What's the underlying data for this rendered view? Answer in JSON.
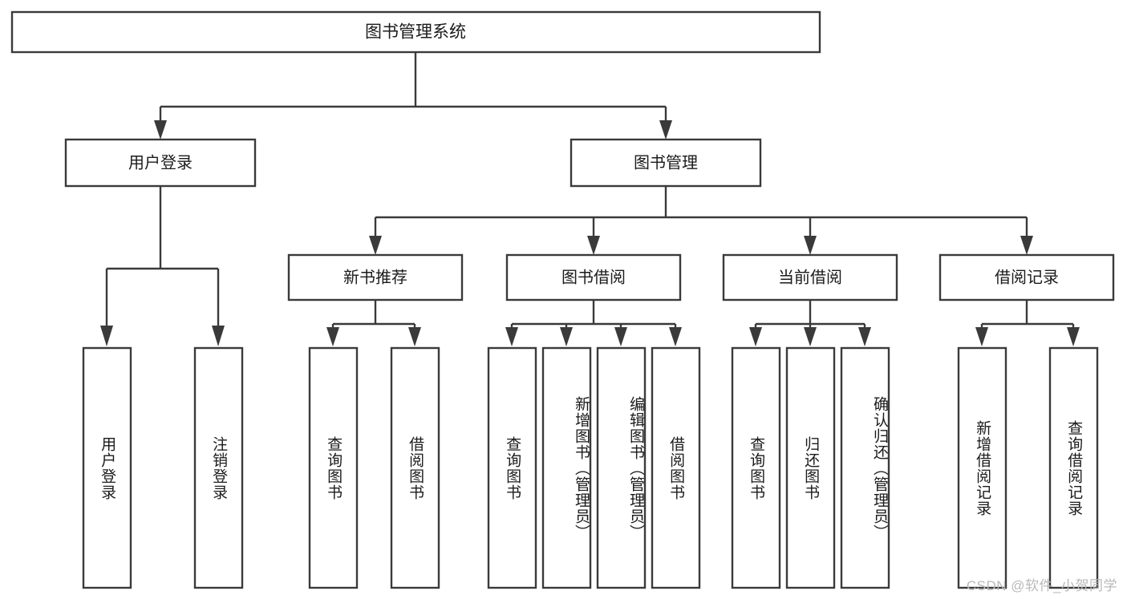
{
  "diagram": {
    "type": "tree",
    "title": "图书管理系统",
    "watermark": "CSDN @软件_小贺同学",
    "colors": {
      "stroke": "#3a3a3a",
      "fill": "#ffffff",
      "text": "#1b1b1b",
      "watermark": "#b9b9b9",
      "background": "#ffffff"
    },
    "root": {
      "label": "图书管理系统"
    },
    "level1": [
      {
        "label": "用户登录"
      },
      {
        "label": "图书管理"
      }
    ],
    "level2": [
      {
        "label": "新书推荐"
      },
      {
        "label": "图书借阅"
      },
      {
        "label": "当前借阅"
      },
      {
        "label": "借阅记录"
      }
    ],
    "leaves": {
      "user_login": [
        {
          "label": "用户登录"
        },
        {
          "label": "注销登录"
        }
      ],
      "new_book_recommend": [
        {
          "label": "查询图书"
        },
        {
          "label": "借阅图书"
        }
      ],
      "book_borrow": [
        {
          "label": "查询图书"
        },
        {
          "label": "新增图书（管理员）"
        },
        {
          "label": "编辑图书（管理员）"
        },
        {
          "label": "借阅图书"
        }
      ],
      "current_borrow": [
        {
          "label": "查询图书"
        },
        {
          "label": "归还图书"
        },
        {
          "label": "确认归还（管理员）"
        }
      ],
      "borrow_record": [
        {
          "label": "新增借阅记录"
        },
        {
          "label": "查询借阅记录"
        }
      ]
    }
  }
}
